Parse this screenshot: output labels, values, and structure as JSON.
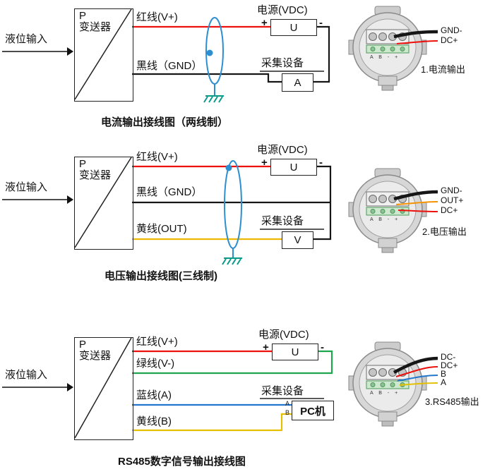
{
  "sections": [
    {
      "input_label": "液位输入",
      "transmitter_p": "P",
      "transmitter_name": "变送器",
      "power_title": "电源(VDC)",
      "power_unit": "U",
      "plus": "+",
      "minus": "-",
      "collector_title": "采集设备",
      "collector_unit": "A",
      "caption": "电流输出接线图（两线制）",
      "wires": [
        {
          "label": "红线(V+)",
          "color": "#ed100b"
        },
        {
          "label": "黑线（GND）",
          "color": "#161616"
        }
      ],
      "shield_color": "#2e8fd0",
      "ground_color": "#0a9a8a",
      "device": {
        "strip_text": "A B - +",
        "caption": "1.电流输出",
        "terminals": [
          {
            "label": "GND-",
            "color": "#161616"
          },
          {
            "label": "DC+",
            "color": "#ed100b"
          }
        ]
      }
    },
    {
      "input_label": "液位输入",
      "transmitter_p": "P",
      "transmitter_name": "变送器",
      "power_title": "电源(VDC)",
      "power_unit": "U",
      "plus": "+",
      "minus": "-",
      "collector_title": "采集设备",
      "collector_unit": "V",
      "caption": "电压输出接线图(三线制)",
      "wires": [
        {
          "label": "红线(V+)",
          "color": "#ed100b"
        },
        {
          "label": "黑线（GND）",
          "color": "#161616"
        },
        {
          "label": "黄线(OUT)",
          "color": "#efb800"
        }
      ],
      "shield_color": "#2e8fd0",
      "ground_color": "#0a9a8a",
      "device": {
        "strip_text": "A B - +",
        "caption": "2.电压输出",
        "terminals": [
          {
            "label": "GND-",
            "color": "#161616"
          },
          {
            "label": "OUT+",
            "color": "#f59300"
          },
          {
            "label": "DC+",
            "color": "#ed100b"
          }
        ]
      }
    },
    {
      "input_label": "液位输入",
      "transmitter_p": "P",
      "transmitter_name": "变送器",
      "power_title": "电源(VDC)",
      "power_unit": "U",
      "plus": "+",
      "minus": "-",
      "collector_title": "采集设备",
      "collector_unit": "PC机",
      "port_a": "A",
      "port_b": "B",
      "caption": "RS485数字信号输出接线图",
      "wires": [
        {
          "label": "红线(V+)",
          "color": "#ed100b"
        },
        {
          "label": "绿线(V-)",
          "color": "#1ea54d"
        },
        {
          "label": "蓝线(A)",
          "color": "#2277cc"
        },
        {
          "label": "黄线(B)",
          "color": "#e5c000"
        }
      ],
      "device": {
        "strip_text": "A B - +",
        "caption": "3.RS485输出",
        "terminals": [
          {
            "label": "DC-",
            "color": "#161616"
          },
          {
            "label": "DC+",
            "color": "#ed100b"
          },
          {
            "label": "B",
            "color": "#2277cc"
          },
          {
            "label": "A",
            "color": "#e5c000"
          }
        ]
      }
    }
  ]
}
